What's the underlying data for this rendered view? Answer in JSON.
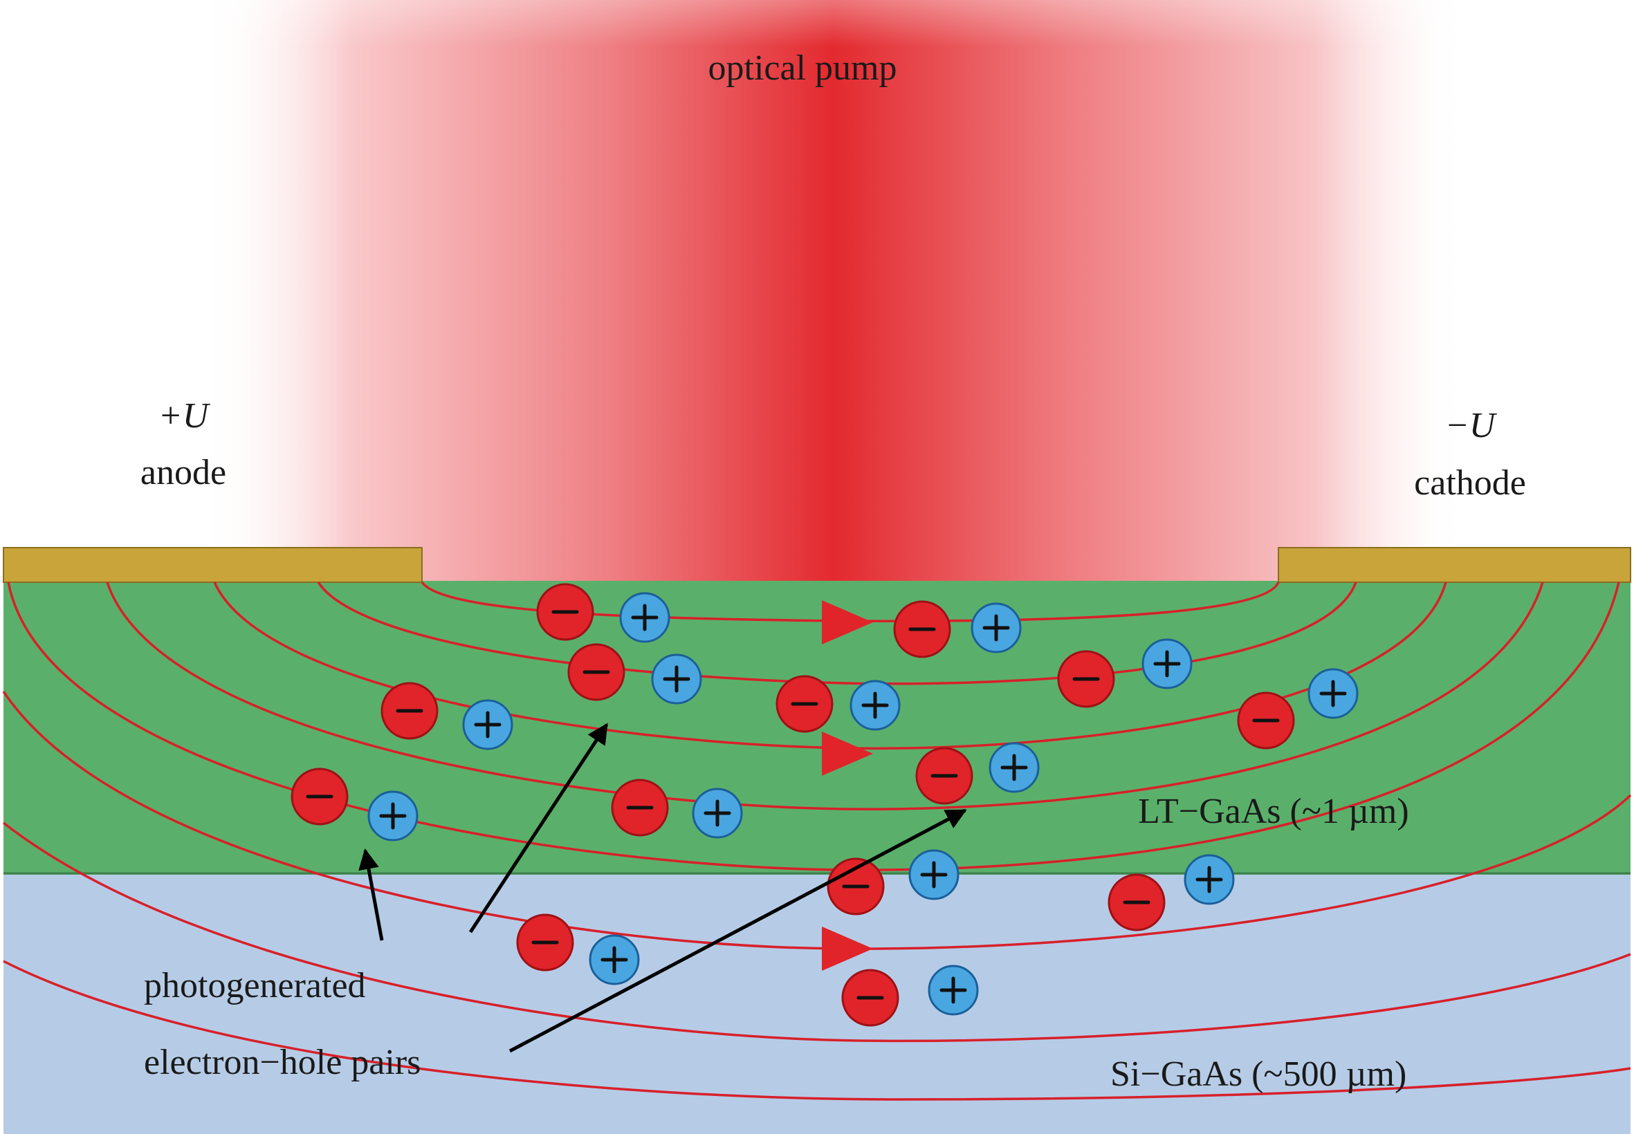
{
  "labels": {
    "pump": "optical pump",
    "anode_voltage": "+U",
    "anode": "anode",
    "cathode_voltage": "−U",
    "cathode": "cathode",
    "lt_layer": "LT−GaAs (~1 µm)",
    "si_layer": "Si−GaAs (~500 µm)",
    "pairs_line1": "photogenerated",
    "pairs_line2": "electron−hole pairs"
  },
  "colors": {
    "pump_peak": "#e32a2f",
    "electrode": "#c9a43a",
    "lt_gaas": "#5ab06a",
    "si_gaas": "#b6cce6",
    "field_line": "#d8202a",
    "electron": "#e0242a",
    "hole": "#49a6e0"
  },
  "legend_symbols": {
    "electron": "−",
    "hole": "+"
  }
}
